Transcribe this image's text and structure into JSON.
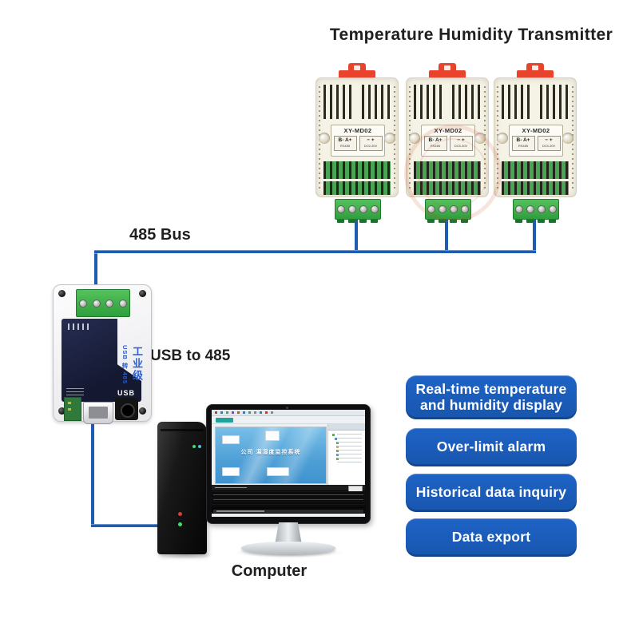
{
  "title": "Temperature Humidity Transmitter",
  "labels": {
    "bus": "485 Bus",
    "converter": "USB to 485",
    "computer": "Computer"
  },
  "devices": [
    {
      "model": "XY-MD02",
      "rs485_terminals": "B- A+",
      "rs485_sub": "RS485",
      "power_terminals": "− +",
      "power_sub": "DC5-30V"
    },
    {
      "model": "XY-MD02",
      "rs485_terminals": "B- A+",
      "rs485_sub": "RS485",
      "power_terminals": "− +",
      "power_sub": "DC5-30V"
    },
    {
      "model": "XY-MD02",
      "rs485_terminals": "B- A+",
      "rs485_sub": "RS485",
      "power_terminals": "− +",
      "power_sub": "DC5-30V"
    }
  ],
  "converter": {
    "grade": "工业级",
    "model": "USB 转 485",
    "port_label": "USB"
  },
  "monitor": {
    "banner_text": "公司 温湿度监控系统"
  },
  "features": [
    "Real-time temperature and humidity display",
    "Over-limit alarm",
    "Historical data inquiry",
    "Data export"
  ],
  "colors": {
    "feature_blue": "#1b5cc0",
    "wire_blue": "#1d5cb0",
    "clip_red": "#e8432c",
    "terminal_green": "#3aa94a",
    "panel_navy": "#1c2240"
  }
}
